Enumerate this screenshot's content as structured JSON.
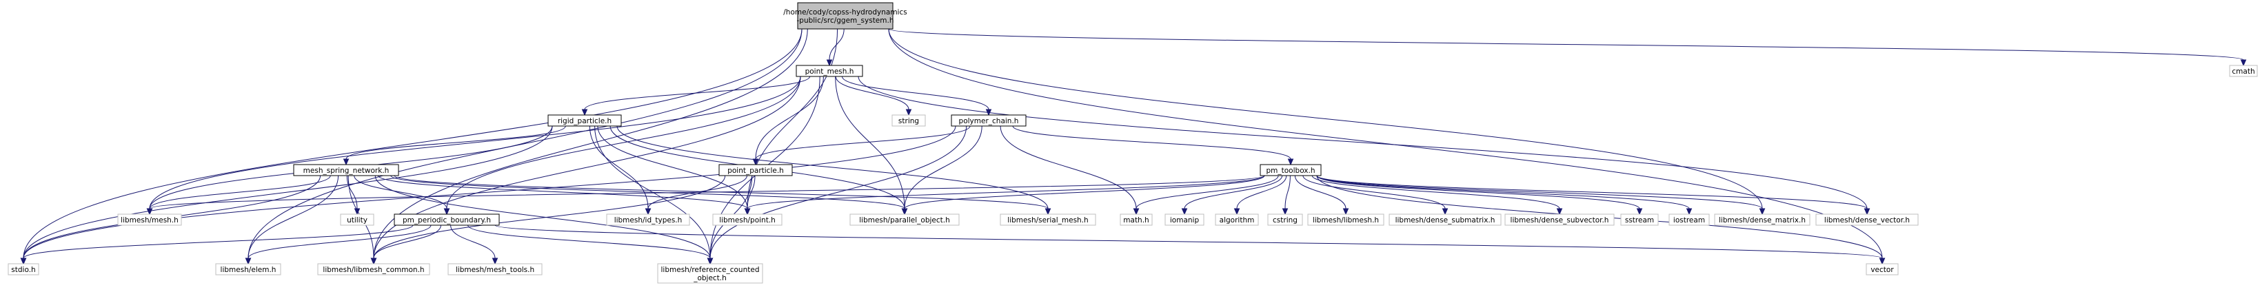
{
  "graph": {
    "colors": {
      "edge": "#191970",
      "root_fill": "#bfbfbf",
      "node_fill": "#ffffff",
      "node_border": "#000000",
      "system_border": "#bfbfbf",
      "system_text": "#3f3f3f"
    },
    "nodes": [
      {
        "id": "root",
        "lines": [
          "/home/cody/copss-hydrodynamics",
          "-public/src/ggem_system.h"
        ],
        "kind": "root"
      },
      {
        "id": "point_mesh",
        "lines": [
          "point_mesh.h"
        ],
        "kind": "local"
      },
      {
        "id": "cmath",
        "lines": [
          "cmath"
        ],
        "kind": "system"
      },
      {
        "id": "rigid_particle",
        "lines": [
          "rigid_particle.h"
        ],
        "kind": "local"
      },
      {
        "id": "string",
        "lines": [
          "string"
        ],
        "kind": "system"
      },
      {
        "id": "polymer_chain",
        "lines": [
          "polymer_chain.h"
        ],
        "kind": "local"
      },
      {
        "id": "mesh_spring_network",
        "lines": [
          "mesh_spring_network.h"
        ],
        "kind": "local"
      },
      {
        "id": "point_particle",
        "lines": [
          "point_particle.h"
        ],
        "kind": "local"
      },
      {
        "id": "pm_toolbox",
        "lines": [
          "pm_toolbox.h"
        ],
        "kind": "local"
      },
      {
        "id": "libmesh_mesh",
        "lines": [
          "libmesh/mesh.h"
        ],
        "kind": "system"
      },
      {
        "id": "utility",
        "lines": [
          "utility"
        ],
        "kind": "system"
      },
      {
        "id": "pm_periodic_boundary",
        "lines": [
          "pm_periodic_boundary.h"
        ],
        "kind": "local"
      },
      {
        "id": "id_types",
        "lines": [
          "libmesh/id_types.h"
        ],
        "kind": "system"
      },
      {
        "id": "point",
        "lines": [
          "libmesh/point.h"
        ],
        "kind": "system"
      },
      {
        "id": "parallel_object",
        "lines": [
          "libmesh/parallel_object.h"
        ],
        "kind": "system"
      },
      {
        "id": "serial_mesh",
        "lines": [
          "libmesh/serial_mesh.h"
        ],
        "kind": "system"
      },
      {
        "id": "math",
        "lines": [
          "math.h"
        ],
        "kind": "system"
      },
      {
        "id": "iomanip",
        "lines": [
          "iomanip"
        ],
        "kind": "system"
      },
      {
        "id": "algorithm",
        "lines": [
          "algorithm"
        ],
        "kind": "system"
      },
      {
        "id": "cstring",
        "lines": [
          "cstring"
        ],
        "kind": "system"
      },
      {
        "id": "libmesh_h",
        "lines": [
          "libmesh/libmesh.h"
        ],
        "kind": "system"
      },
      {
        "id": "dense_submatrix",
        "lines": [
          "libmesh/dense_submatrix.h"
        ],
        "kind": "system"
      },
      {
        "id": "dense_subvector",
        "lines": [
          "libmesh/dense_subvector.h"
        ],
        "kind": "system"
      },
      {
        "id": "sstream",
        "lines": [
          "sstream"
        ],
        "kind": "system"
      },
      {
        "id": "iostream",
        "lines": [
          "iostream"
        ],
        "kind": "system"
      },
      {
        "id": "dense_matrix",
        "lines": [
          "libmesh/dense_matrix.h"
        ],
        "kind": "system"
      },
      {
        "id": "dense_vector",
        "lines": [
          "libmesh/dense_vector.h"
        ],
        "kind": "system"
      },
      {
        "id": "stdio",
        "lines": [
          "stdio.h"
        ],
        "kind": "system"
      },
      {
        "id": "elem",
        "lines": [
          "libmesh/elem.h"
        ],
        "kind": "system"
      },
      {
        "id": "libmesh_common",
        "lines": [
          "libmesh/libmesh_common.h"
        ],
        "kind": "system"
      },
      {
        "id": "mesh_tools",
        "lines": [
          "libmesh/mesh_tools.h"
        ],
        "kind": "system"
      },
      {
        "id": "ref_counted",
        "lines": [
          "libmesh/reference_counted",
          "_object.h"
        ],
        "kind": "system"
      },
      {
        "id": "vector",
        "lines": [
          "vector"
        ],
        "kind": "system"
      }
    ],
    "edges": [
      [
        "root",
        "point_mesh"
      ],
      [
        "root",
        "cmath"
      ],
      [
        "root",
        "stdio"
      ],
      [
        "root",
        "elem"
      ],
      [
        "root",
        "libmesh_common"
      ],
      [
        "root",
        "point"
      ],
      [
        "root",
        "dense_matrix"
      ],
      [
        "root",
        "vector"
      ],
      [
        "point_mesh",
        "rigid_particle"
      ],
      [
        "point_mesh",
        "string"
      ],
      [
        "point_mesh",
        "polymer_chain"
      ],
      [
        "point_mesh",
        "point_particle"
      ],
      [
        "point_mesh",
        "libmesh_mesh"
      ],
      [
        "point_mesh",
        "pm_periodic_boundary"
      ],
      [
        "point_mesh",
        "parallel_object"
      ],
      [
        "point_mesh",
        "libmesh_common"
      ],
      [
        "point_mesh",
        "dense_vector"
      ],
      [
        "point_mesh",
        "ref_counted"
      ],
      [
        "rigid_particle",
        "mesh_spring_network"
      ],
      [
        "rigid_particle",
        "libmesh_mesh"
      ],
      [
        "rigid_particle",
        "stdio"
      ],
      [
        "rigid_particle",
        "id_types"
      ],
      [
        "rigid_particle",
        "point"
      ],
      [
        "rigid_particle",
        "parallel_object"
      ],
      [
        "rigid_particle",
        "serial_mesh"
      ],
      [
        "rigid_particle",
        "ref_counted"
      ],
      [
        "polymer_chain",
        "point_particle"
      ],
      [
        "polymer_chain",
        "pm_toolbox"
      ],
      [
        "polymer_chain",
        "stdio"
      ],
      [
        "polymer_chain",
        "math"
      ],
      [
        "polymer_chain",
        "parallel_object"
      ],
      [
        "polymer_chain",
        "ref_counted"
      ],
      [
        "mesh_spring_network",
        "libmesh_mesh"
      ],
      [
        "mesh_spring_network",
        "utility"
      ],
      [
        "mesh_spring_network",
        "stdio"
      ],
      [
        "mesh_spring_network",
        "pm_periodic_boundary"
      ],
      [
        "mesh_spring_network",
        "elem"
      ],
      [
        "mesh_spring_network",
        "libmesh_common"
      ],
      [
        "mesh_spring_network",
        "point"
      ],
      [
        "mesh_spring_network",
        "parallel_object"
      ],
      [
        "mesh_spring_network",
        "serial_mesh"
      ],
      [
        "mesh_spring_network",
        "ref_counted"
      ],
      [
        "point_particle",
        "id_types"
      ],
      [
        "point_particle",
        "point"
      ],
      [
        "point_particle",
        "libmesh_common"
      ],
      [
        "point_particle",
        "ref_counted"
      ],
      [
        "pm_toolbox",
        "libmesh_mesh"
      ],
      [
        "pm_toolbox",
        "point"
      ],
      [
        "pm_toolbox",
        "parallel_object"
      ],
      [
        "pm_toolbox",
        "math"
      ],
      [
        "pm_toolbox",
        "iomanip"
      ],
      [
        "pm_toolbox",
        "algorithm"
      ],
      [
        "pm_toolbox",
        "cstring"
      ],
      [
        "pm_toolbox",
        "libmesh_h"
      ],
      [
        "pm_toolbox",
        "dense_submatrix"
      ],
      [
        "pm_toolbox",
        "dense_subvector"
      ],
      [
        "pm_toolbox",
        "sstream"
      ],
      [
        "pm_toolbox",
        "iostream"
      ],
      [
        "pm_toolbox",
        "dense_matrix"
      ],
      [
        "pm_toolbox",
        "dense_vector"
      ],
      [
        "pm_toolbox",
        "vector"
      ],
      [
        "pm_periodic_boundary",
        "stdio"
      ],
      [
        "pm_periodic_boundary",
        "elem"
      ],
      [
        "pm_periodic_boundary",
        "libmesh_common"
      ],
      [
        "pm_periodic_boundary",
        "mesh_tools"
      ],
      [
        "pm_periodic_boundary",
        "ref_counted"
      ],
      [
        "pm_periodic_boundary",
        "vector"
      ]
    ]
  }
}
